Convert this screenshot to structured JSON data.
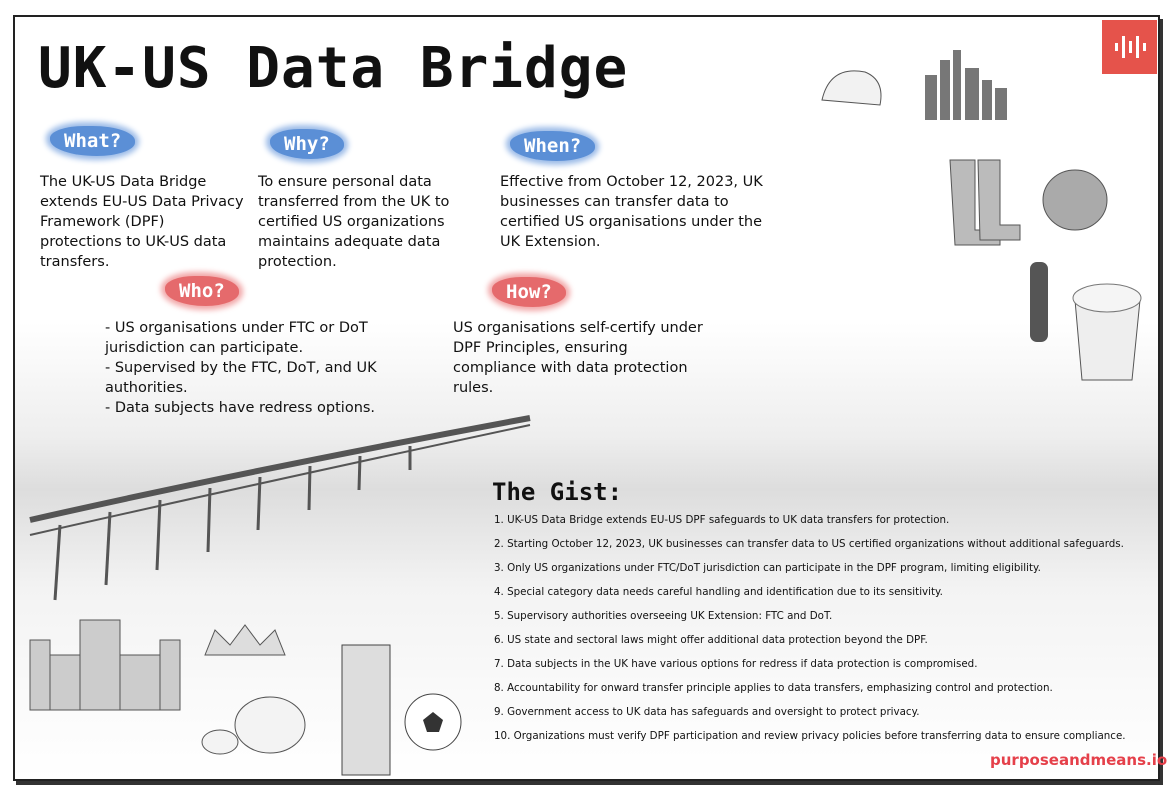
{
  "title": "UK-US Data Bridge",
  "logo_icon": "soundwave-icon",
  "sections": {
    "what": {
      "label": "What?",
      "text": "The UK-US Data Bridge extends EU-US Data Privacy Framework (DPF) protections to UK-US data transfers."
    },
    "why": {
      "label": "Why?",
      "text": "To ensure personal data transferred from the UK to certified US organizations maintains adequate data protection."
    },
    "when": {
      "label": "When?",
      "text": "Effective from October 12, 2023, UK businesses can transfer data to certified US organisations under the UK Extension."
    },
    "who": {
      "label": "Who?",
      "lines": [
        "- US organisations under FTC or DoT jurisdiction can participate.",
        "- Supervised by the FTC, DoT, and UK authorities.",
        "- Data subjects have redress options."
      ]
    },
    "how": {
      "label": "How?",
      "text": "US organisations self-certify under DPF Principles, ensuring compliance with data protection rules."
    }
  },
  "gist": {
    "title": "The Gist:",
    "items": [
      "1. UK-US Data Bridge extends EU-US DPF safeguards to UK data transfers for protection.",
      "2. Starting October 12, 2023, UK businesses can transfer data to US certified organizations without additional safeguards.",
      "3. Only US organizations under FTC/DoT jurisdiction can participate in the DPF program, limiting eligibility.",
      "4. Special category data needs careful handling and identification due to its sensitivity.",
      "5. Supervisory authorities overseeing UK Extension: FTC and DoT.",
      "6. US state and sectoral laws might offer additional data protection beyond the DPF.",
      "7. Data subjects in the UK have various options for redress if data protection is compromised.",
      "8. Accountability for onward transfer principle applies to data transfers, emphasizing control and protection.",
      "9. Government access to UK data has safeguards and oversight to protect privacy.",
      "10. Organizations must verify DPF participation and review privacy policies before transferring data to ensure compliance."
    ]
  },
  "website": "purposeandmeans.io",
  "colors": {
    "accent_red": "#e5534b",
    "badge_blue": "#5b8fd6",
    "badge_red": "#e56a6c"
  }
}
